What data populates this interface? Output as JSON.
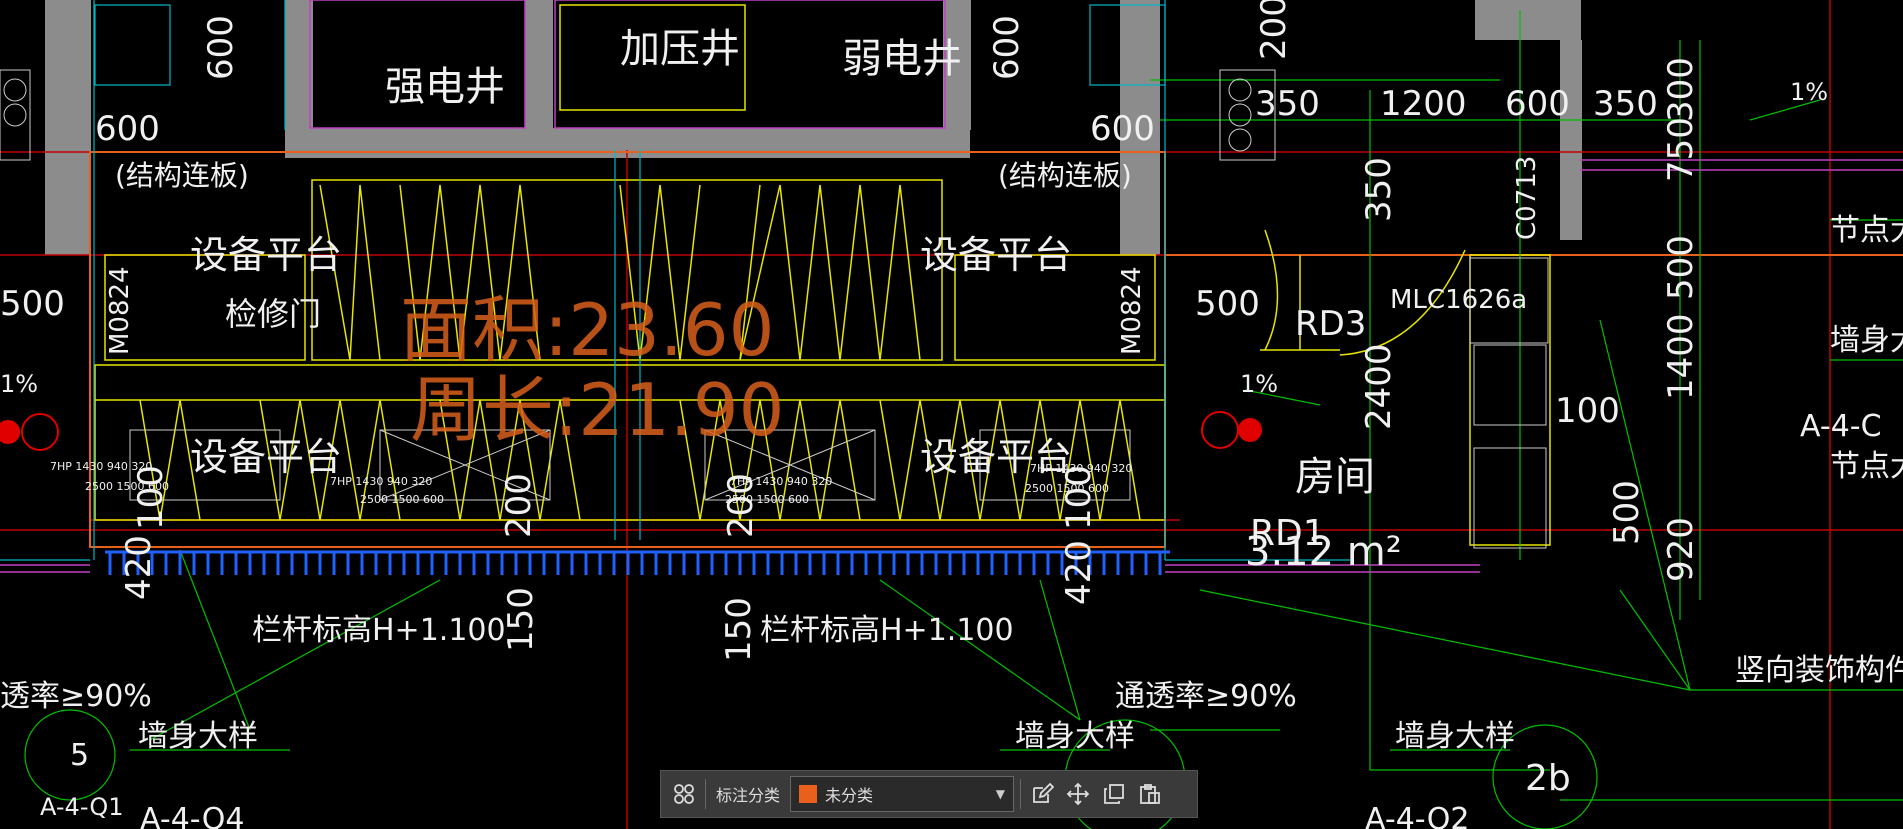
{
  "drawing": {
    "rooms": {
      "strong_shaft": "强电井",
      "pressure_shaft": "加压井",
      "weak_shaft": "弱电井",
      "room": "房间"
    },
    "platform_label": "设备平台",
    "service_door": "检修门",
    "structural_slab": "(结构连板)",
    "area_text": "面积:23.60",
    "perimeter_text": "周长:21.90",
    "room_tag": "RD1",
    "room_tag_2": "RD3",
    "room_area": "3.12 m²",
    "window_code": "MLC1626a",
    "window_code_2": "C0713",
    "door_code": "M0824",
    "railing": "栏杆标高H+1.100",
    "transparency": "通透率≥90%",
    "transparency_partial": "透率≥90%",
    "wall_detail": "墙身大样",
    "wall_detail_partial": "墙身大",
    "node_detail_partial": "节点大",
    "node_ref_partial": "A-4-C",
    "vertical_decor": "竖向装饰构件",
    "slope": "1%",
    "dimensions": {
      "d600": "600",
      "d200": "200",
      "d350": "350",
      "d1200": "1200",
      "d300": "300",
      "d750": "750",
      "d500": "500",
      "d1400": "1400",
      "d920": "920",
      "d100": "100",
      "d2400": "2400",
      "d150": "150",
      "d500s": "500",
      "d420": "420"
    },
    "refs": {
      "circle_5": "5",
      "circle_2b": "2b",
      "ref_q1": "A-4-Q1",
      "ref_q4": "A-4-Q4",
      "ref_q2": "A-4-Q2"
    },
    "equipment": {
      "eq1": "7HP 1430 940 320",
      "eq2": "2500 1500 600"
    }
  },
  "toolbar": {
    "label": "标注分类",
    "selected": "未分类",
    "swatch_color": "#e8601c"
  },
  "colors": {
    "wall": "#8c8c8c",
    "yellow": "#ffff00",
    "green": "#00d000",
    "orange": "#e8601c",
    "cyan": "#00c8c8",
    "magenta": "#c040c0",
    "red": "#d00000",
    "blue": "#2060ff"
  }
}
